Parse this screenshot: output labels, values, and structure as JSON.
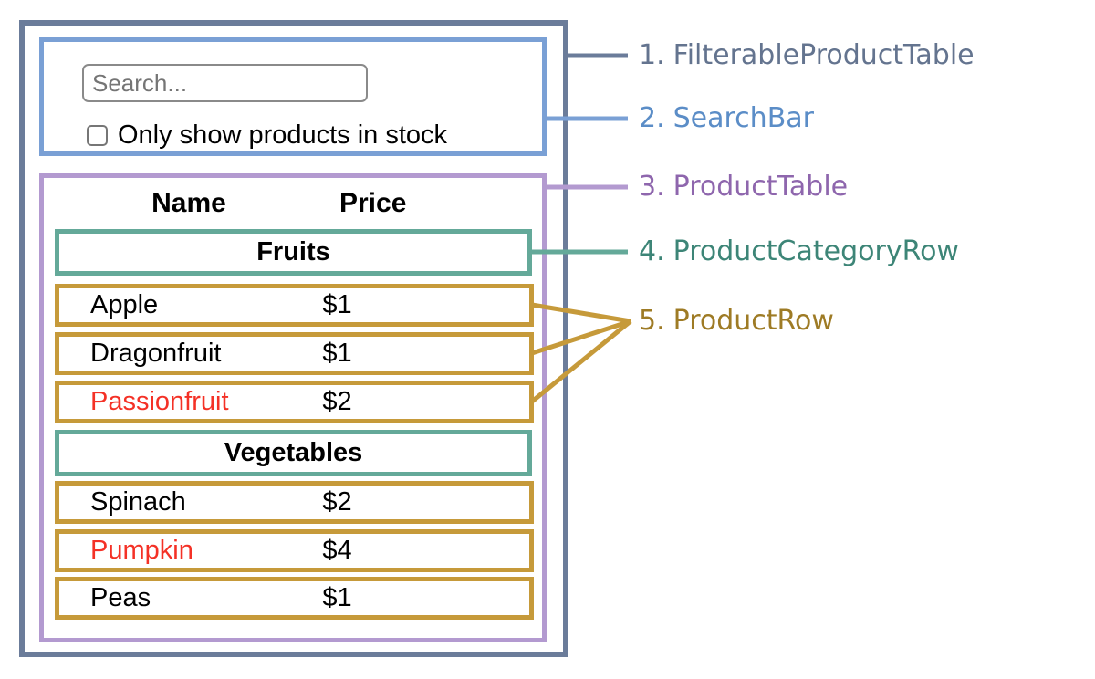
{
  "diagram": {
    "search_bar": {
      "input_placeholder": "Search...",
      "checkbox_label": "Only show products in stock",
      "checkbox_checked": false
    },
    "table": {
      "columns": [
        "Name",
        "Price"
      ],
      "sections": [
        {
          "category": "Fruits",
          "rows": [
            {
              "name": "Apple",
              "price": "$1",
              "out_of_stock": false
            },
            {
              "name": "Dragonfruit",
              "price": "$1",
              "out_of_stock": false
            },
            {
              "name": "Passionfruit",
              "price": "$2",
              "out_of_stock": true
            }
          ]
        },
        {
          "category": "Vegetables",
          "rows": [
            {
              "name": "Spinach",
              "price": "$2",
              "out_of_stock": false
            },
            {
              "name": "Pumpkin",
              "price": "$4",
              "out_of_stock": true
            },
            {
              "name": "Peas",
              "price": "$1",
              "out_of_stock": false
            }
          ]
        }
      ]
    }
  },
  "legend": {
    "items": [
      {
        "number": "1.",
        "label": "FilterableProductTable",
        "color": "#64748f"
      },
      {
        "number": "2.",
        "label": "SearchBar",
        "color": "#5b8dc7"
      },
      {
        "number": "3.",
        "label": "ProductTable",
        "color": "#8e66ad"
      },
      {
        "number": "4.",
        "label": "ProductCategoryRow",
        "color": "#3d8577"
      },
      {
        "number": "5.",
        "label": "ProductRow",
        "color": "#9e7b25"
      }
    ]
  },
  "colors": {
    "outer_border": "#6b7c9a",
    "searchbar_border": "#7aa0d5",
    "table_border": "#b39ad0",
    "category_border": "#64a999",
    "row_border": "#c69a3a",
    "input_border": "#8a8a8a",
    "checkbox_border": "#767676",
    "placeholder_text": "#757575",
    "out_of_stock_text": "#f43126",
    "body_text": "#000000"
  }
}
